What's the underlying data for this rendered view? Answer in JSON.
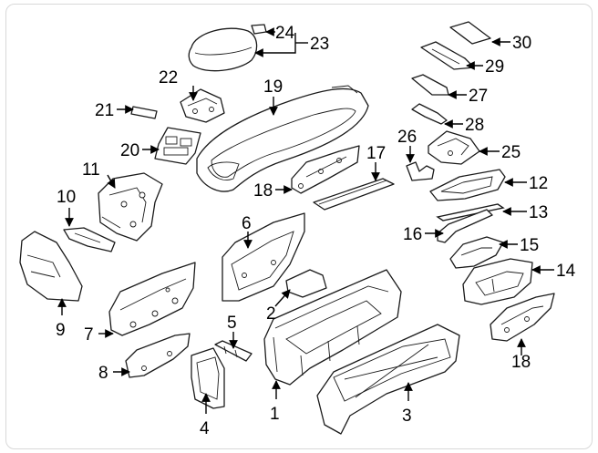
{
  "diagram": {
    "callouts": [
      {
        "id": "c1",
        "label": "1"
      },
      {
        "id": "c2",
        "label": "2"
      },
      {
        "id": "c3",
        "label": "3"
      },
      {
        "id": "c4",
        "label": "4"
      },
      {
        "id": "c5",
        "label": "5"
      },
      {
        "id": "c6",
        "label": "6"
      },
      {
        "id": "c7",
        "label": "7"
      },
      {
        "id": "c8",
        "label": "8"
      },
      {
        "id": "c9",
        "label": "9"
      },
      {
        "id": "c10",
        "label": "10"
      },
      {
        "id": "c11",
        "label": "11"
      },
      {
        "id": "c12",
        "label": "12"
      },
      {
        "id": "c13",
        "label": "13"
      },
      {
        "id": "c14",
        "label": "14"
      },
      {
        "id": "c15",
        "label": "15"
      },
      {
        "id": "c16",
        "label": "16"
      },
      {
        "id": "c17",
        "label": "17"
      },
      {
        "id": "c18a",
        "label": "18"
      },
      {
        "id": "c18b",
        "label": "18"
      },
      {
        "id": "c19",
        "label": "19"
      },
      {
        "id": "c20",
        "label": "20"
      },
      {
        "id": "c21",
        "label": "21"
      },
      {
        "id": "c22",
        "label": "22"
      },
      {
        "id": "c23",
        "label": "23"
      },
      {
        "id": "c24",
        "label": "24"
      },
      {
        "id": "c25",
        "label": "25"
      },
      {
        "id": "c26",
        "label": "26"
      },
      {
        "id": "c27",
        "label": "27"
      },
      {
        "id": "c28",
        "label": "28"
      },
      {
        "id": "c29",
        "label": "29"
      },
      {
        "id": "c30",
        "label": "30"
      }
    ]
  }
}
